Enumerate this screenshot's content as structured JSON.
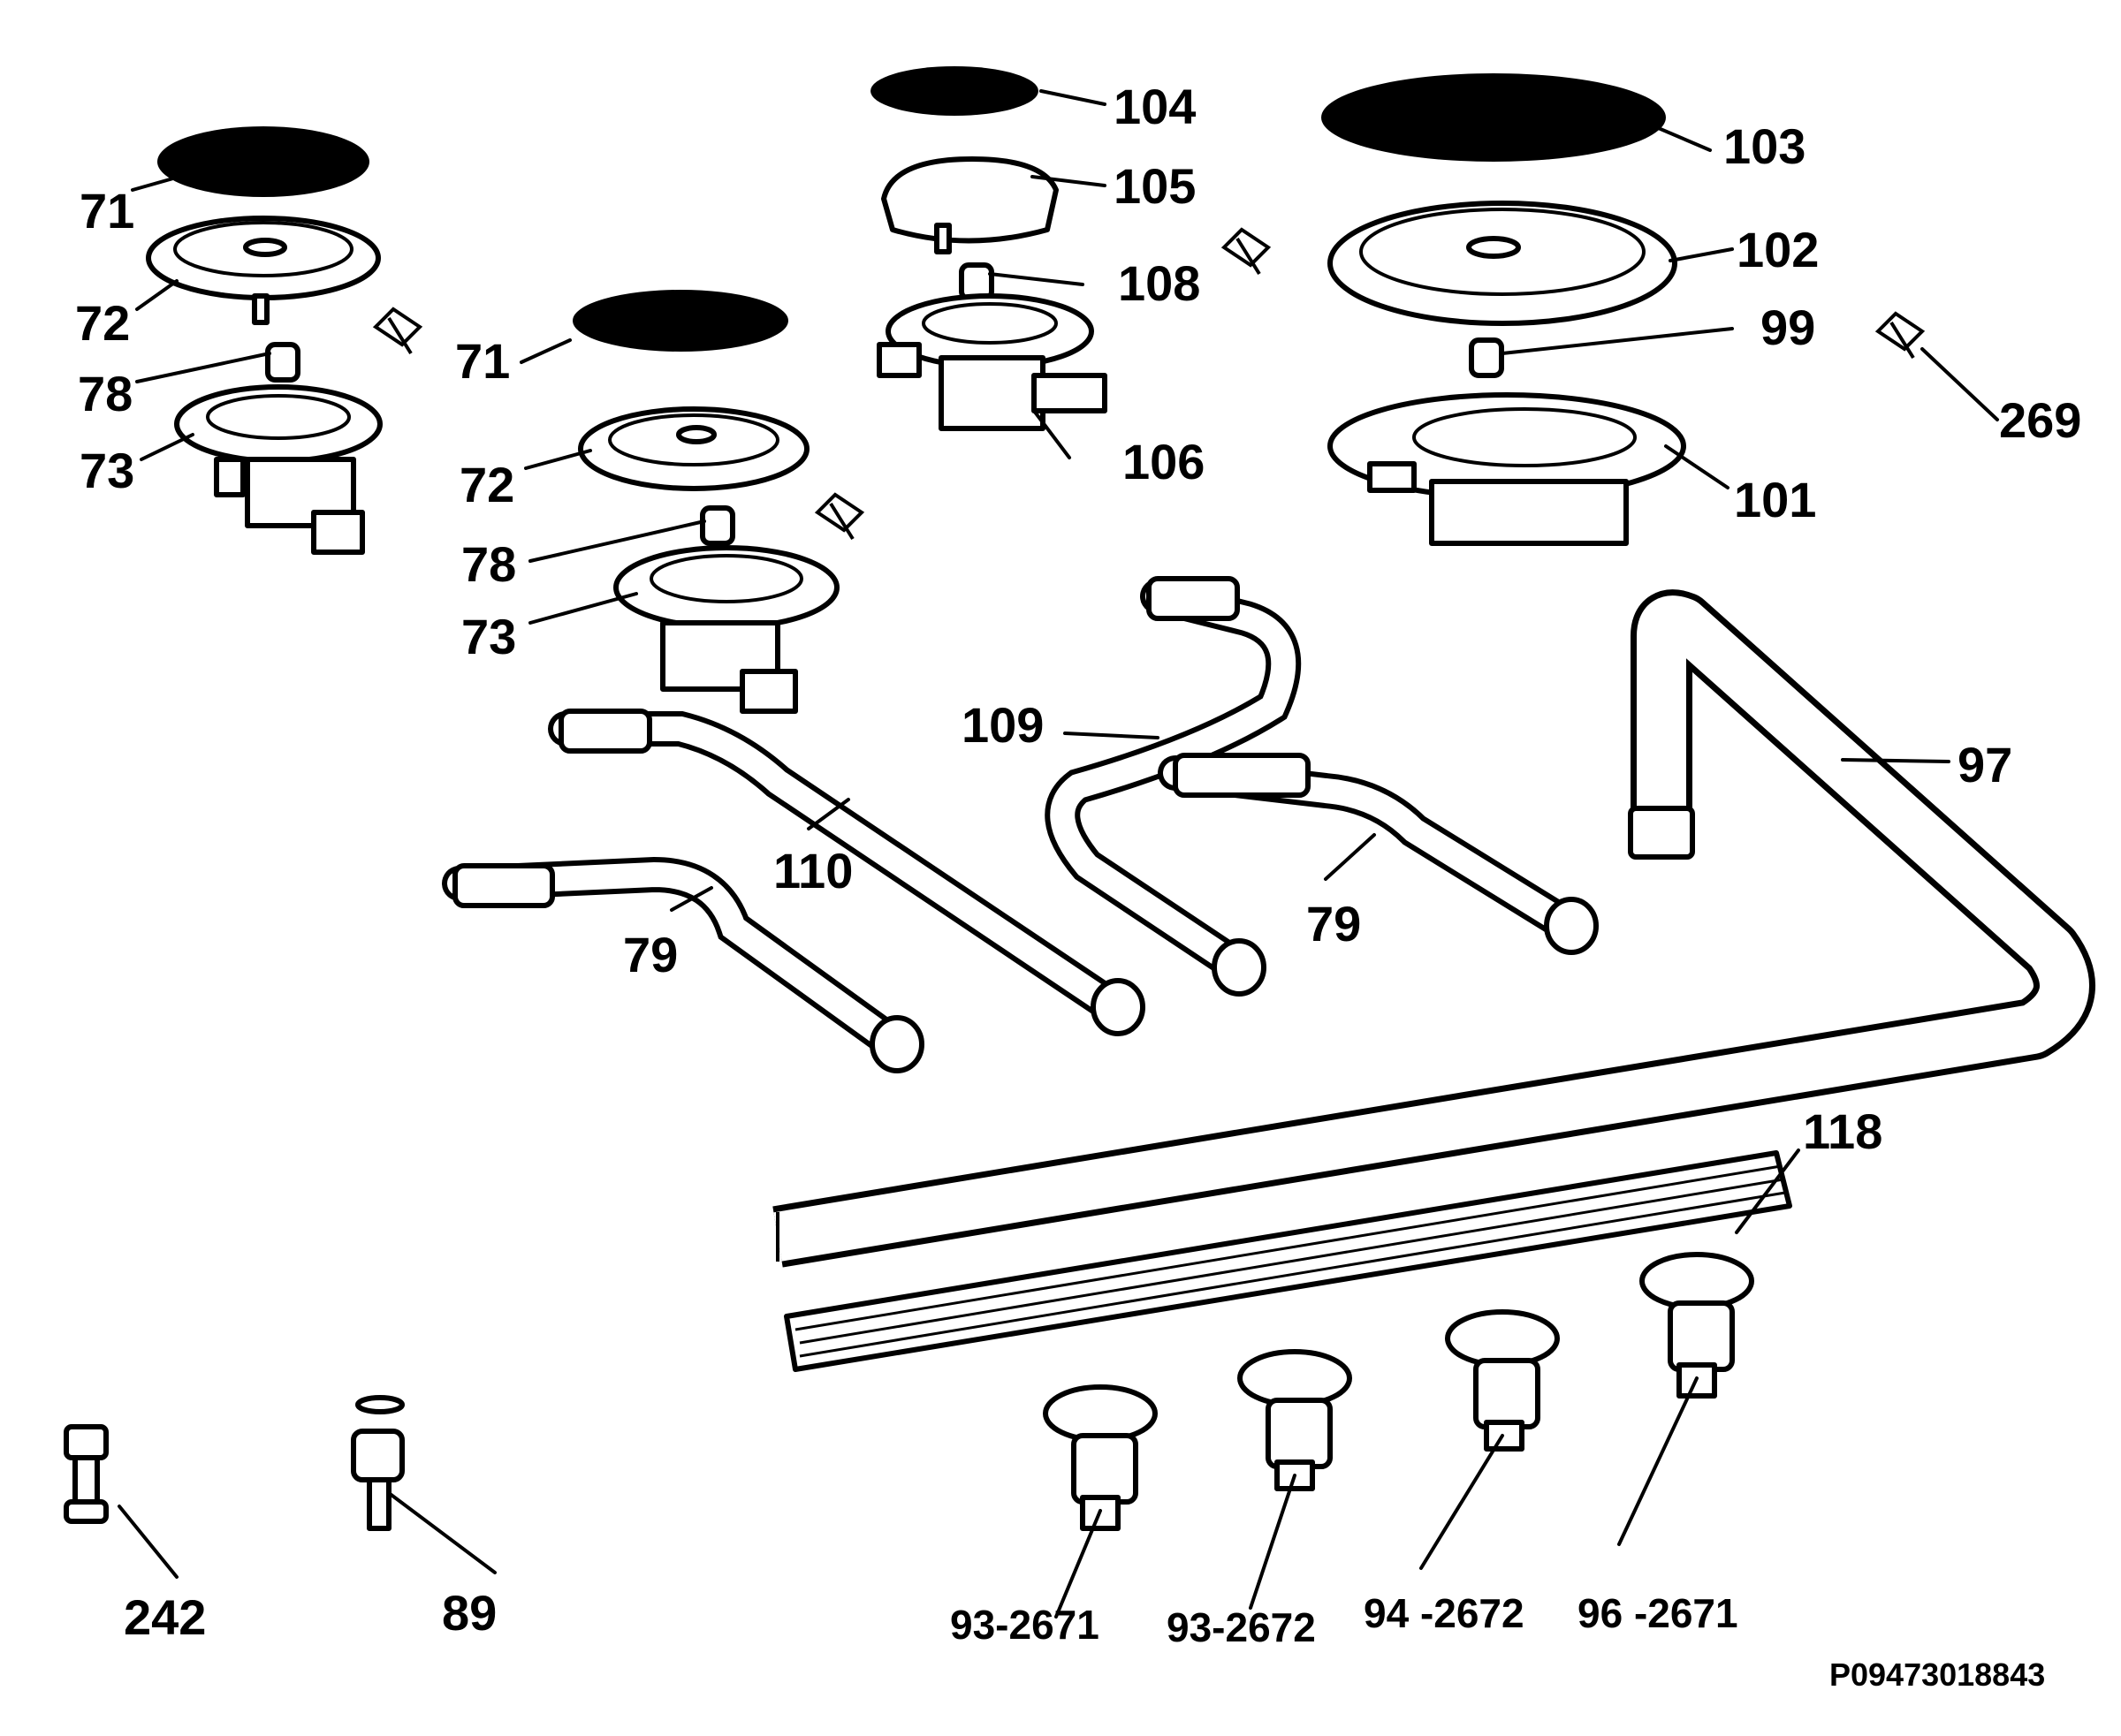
{
  "parts": {
    "p71a": "71",
    "p72a": "72",
    "p78a": "78",
    "p73a": "73",
    "p71b": "71",
    "p72b": "72",
    "p78b": "78",
    "p73b": "73",
    "p104": "104",
    "p105": "105",
    "p108": "108",
    "p106": "106",
    "p103": "103",
    "p102": "102",
    "p99": "99",
    "p101": "101",
    "p269": "269",
    "p109": "109",
    "p110": "110",
    "p79a": "79",
    "p79b": "79",
    "p97": "97",
    "p118": "118",
    "p242": "242",
    "p89": "89",
    "t93_2671": "93-2671",
    "t93_2672": "93-2672",
    "t94_2672": "94 -2672",
    "t96_2671": "96 -2671"
  },
  "reference_code": "P09473018843"
}
